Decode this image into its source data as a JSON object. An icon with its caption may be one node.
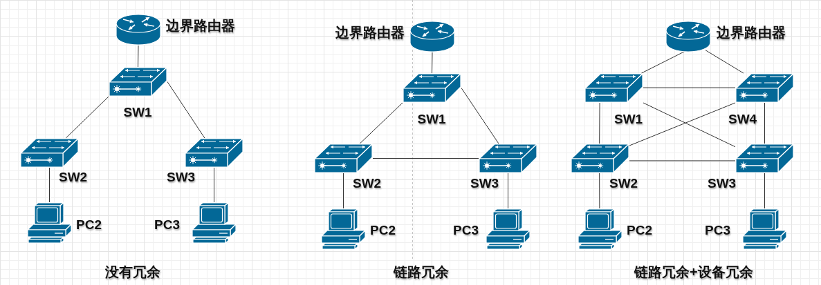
{
  "diagram": {
    "nodes": [
      {
        "text": [
          "边界路由器"
        ]
      },
      {
        "text": [
          "SW1"
        ]
      },
      {
        "text": [
          "SW2"
        ]
      },
      {
        "text": [
          "SW3"
        ]
      },
      {
        "text": [
          "PC2"
        ]
      },
      {
        "text": [
          "PC3"
        ]
      },
      {
        "text": [
          "边界路由器"
        ]
      },
      {
        "text": [
          "SW1"
        ]
      },
      {
        "text": [
          "SW2"
        ]
      },
      {
        "text": [
          "SW3"
        ]
      },
      {
        "text": [
          "PC2"
        ]
      },
      {
        "text": [
          "PC3"
        ]
      },
      {
        "text": [
          "边界路由器"
        ]
      },
      {
        "text": [
          "SW1"
        ]
      },
      {
        "text": [
          "SW4"
        ]
      },
      {
        "text": [
          "SW2"
        ]
      },
      {
        "text": [
          "SW3"
        ]
      },
      {
        "text": [
          "PC2"
        ]
      },
      {
        "text": [
          "PC3"
        ]
      }
    ],
    "edges": [
      {
        "from": 0,
        "to": 1,
        "arrow": "none"
      },
      {
        "from": 1,
        "to": 2,
        "arrow": "none"
      },
      {
        "from": 1,
        "to": 3,
        "arrow": "none"
      },
      {
        "from": 2,
        "to": 4,
        "arrow": "none"
      },
      {
        "from": 3,
        "to": 5,
        "arrow": "none"
      },
      {
        "from": 6,
        "to": 7,
        "arrow": "none"
      },
      {
        "from": 7,
        "to": 8,
        "arrow": "none"
      },
      {
        "from": 7,
        "to": 9,
        "arrow": "none"
      },
      {
        "from": 8,
        "to": 9,
        "arrow": "none"
      },
      {
        "from": 8,
        "to": 10,
        "arrow": "none"
      },
      {
        "from": 9,
        "to": 11,
        "arrow": "none"
      },
      {
        "from": 12,
        "to": 13,
        "arrow": "none"
      },
      {
        "from": 12,
        "to": 14,
        "arrow": "none"
      },
      {
        "from": 13,
        "to": 14,
        "arrow": "none"
      },
      {
        "from": 13,
        "to": 16,
        "arrow": "none"
      },
      {
        "from": 14,
        "to": 15,
        "arrow": "none"
      },
      {
        "from": 13,
        "to": 15,
        "arrow": "none"
      },
      {
        "from": 15,
        "to": 16,
        "arrow": "none"
      },
      {
        "from": 14,
        "to": 16,
        "arrow": "none"
      },
      {
        "from": 15,
        "to": 17,
        "arrow": "none"
      },
      {
        "from": 16,
        "to": 18,
        "arrow": "none"
      }
    ],
    "labels": [
      "没有冗余",
      "链路冗余",
      "链路冗余+设备冗余"
    ]
  }
}
